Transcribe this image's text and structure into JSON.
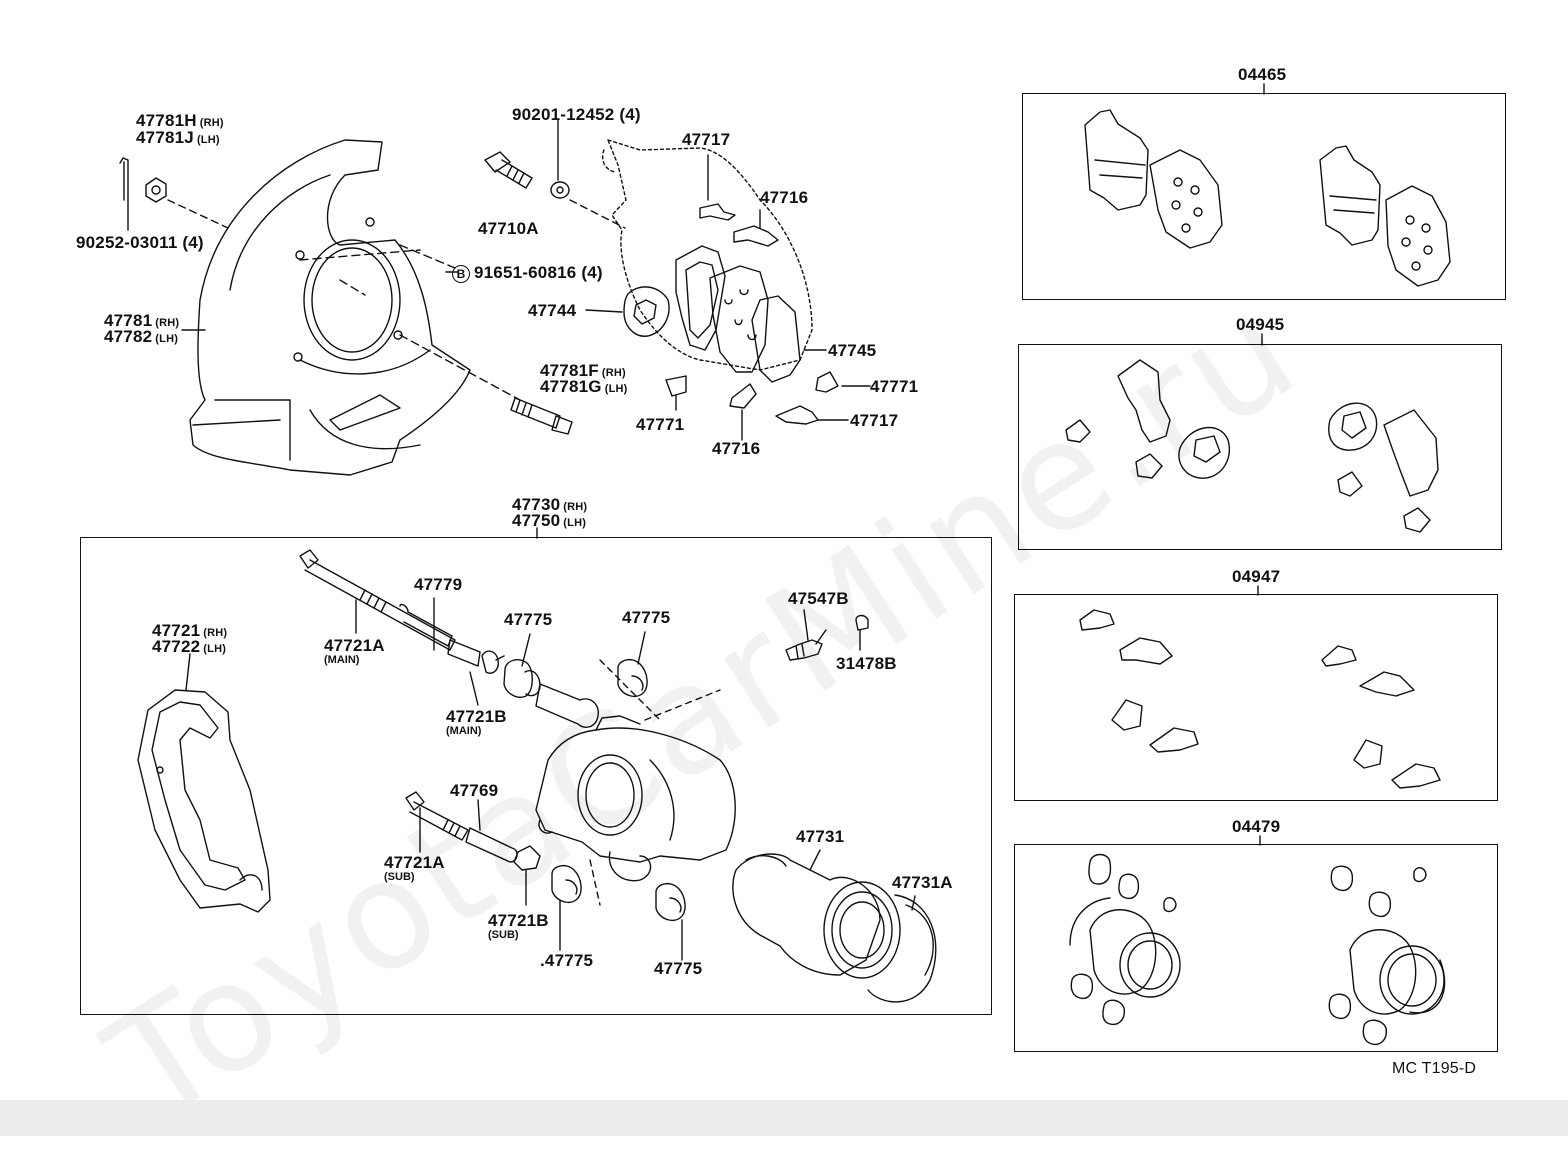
{
  "watermark": "ToyotaCarMine.ru",
  "diagram_code": "MC T195-D",
  "kits": [
    {
      "code": "04465"
    },
    {
      "code": "04945"
    },
    {
      "code": "04947"
    },
    {
      "code": "04479"
    }
  ],
  "labels": {
    "p47781H": "47781H",
    "p47781H_side": "(RH)",
    "p47781J": "47781J",
    "p47781J_side": "(LH)",
    "p90252": "90252-03011 (4)",
    "p47781": "47781",
    "p47781_side": "(RH)",
    "p47782": "47782",
    "p47782_side": "(LH)",
    "p90201": "90201-12452 (4)",
    "p47710A": "47710A",
    "p91651_mark": "B",
    "p91651": "91651-60816 (4)",
    "p47717a": "47717",
    "p47716a": "47716",
    "p47744": "47744",
    "p47745": "47745",
    "p47781F": "47781F",
    "p47781F_side": "(RH)",
    "p47781G": "47781G",
    "p47781G_side": "(LH)",
    "p47771a": "47771",
    "p47771b": "47771",
    "p47716b": "47716",
    "p47717b": "47717",
    "p47730": "47730",
    "p47730_side": "(RH)",
    "p47750": "47750",
    "p47750_side": "(LH)",
    "p47721": "47721",
    "p47721_side": "(RH)",
    "p47722": "47722",
    "p47722_side": "(LH)",
    "p47779": "47779",
    "p47721A_main": "47721A",
    "p47721A_main_note": "(MAIN)",
    "p47775a": "47775",
    "p47775b": "47775",
    "p47547B": "47547B",
    "p31478B": "31478B",
    "p47721B_main": "47721B",
    "p47721B_main_note": "(MAIN)",
    "p47769": "47769",
    "p47721A_sub": "47721A",
    "p47721A_sub_note": "(SUB)",
    "p47721B_sub": "47721B",
    "p47721B_sub_note": "(SUB)",
    "p47775c": ".47775",
    "p47775d": "47775",
    "p47731": "47731",
    "p47731A": "47731A"
  }
}
